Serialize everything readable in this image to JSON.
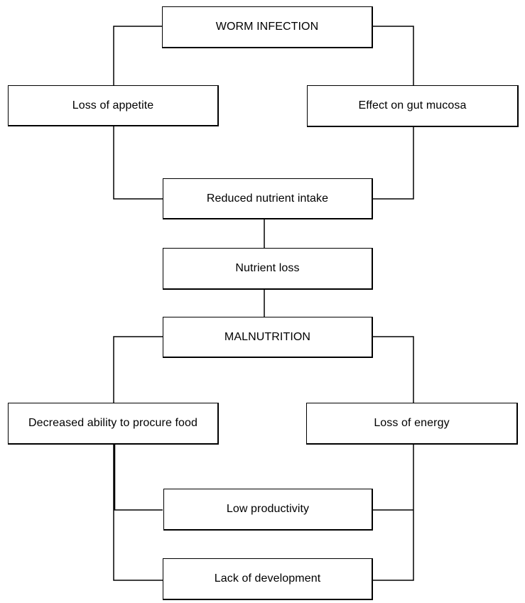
{
  "diagram": {
    "nodes": {
      "worm_infection": "WORM INFECTION",
      "loss_of_appetite": "Loss of appetite",
      "effect_on_gut_mucosa": "Effect on gut mucosa",
      "reduced_nutrient_intake": "Reduced nutrient intake",
      "nutrient_loss": "Nutrient loss",
      "malnutrition": "MALNUTRITION",
      "decreased_ability": "Decreased ability to procure food",
      "loss_of_energy": "Loss of energy",
      "low_productivity": "Low productivity",
      "lack_of_development": "Lack of development"
    },
    "line_color": "#000000",
    "box_border_color": "#000000",
    "background": "#ffffff"
  }
}
